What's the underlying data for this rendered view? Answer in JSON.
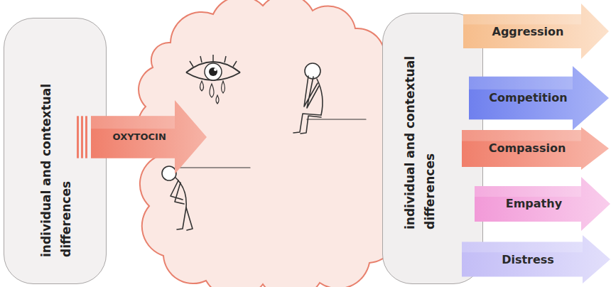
{
  "diagram": {
    "nodes": [
      {
        "text": [
          "individual and contextual differences"
        ]
      },
      {
        "text": [
          "OXYTOCIN"
        ]
      },
      {
        "text": [
          "individual and contextual differences"
        ]
      },
      {
        "text": [
          "Aggression"
        ]
      },
      {
        "text": [
          "Competition"
        ]
      },
      {
        "text": [
          "Compassion"
        ]
      },
      {
        "text": [
          "Empathy"
        ]
      },
      {
        "text": [
          "Distress"
        ]
      }
    ]
  }
}
